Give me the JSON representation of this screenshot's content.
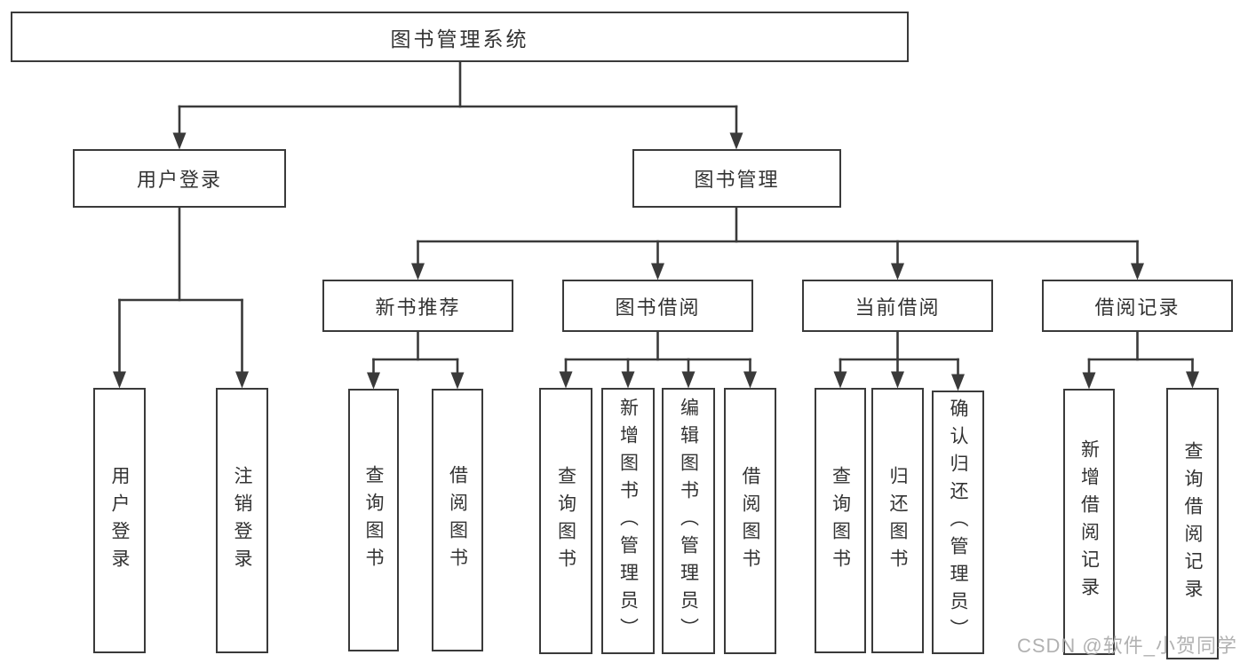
{
  "title": "图书管理系统",
  "colors": {
    "background": "#ffffff",
    "line": "#3a3a3a",
    "box_border": "#3a3a3a",
    "box_fill": "#ffffff",
    "text": "#333333",
    "watermark": "#ababab"
  },
  "watermark": {
    "text": "CSDN @软件_小贺同学"
  },
  "tree": {
    "label": "图书管理系统",
    "children": [
      {
        "label": "用户登录",
        "children": [
          {
            "label": "用户登录"
          },
          {
            "label": "注销登录"
          }
        ]
      },
      {
        "label": "图书管理",
        "children": [
          {
            "label": "新书推荐",
            "children": [
              {
                "label": "查询图书"
              },
              {
                "label": "借阅图书"
              }
            ]
          },
          {
            "label": "图书借阅",
            "children": [
              {
                "label": "查询图书"
              },
              {
                "label": "新增图书（管理员）"
              },
              {
                "label": "编辑图书（管理员）"
              },
              {
                "label": "借阅图书"
              }
            ]
          },
          {
            "label": "当前借阅",
            "children": [
              {
                "label": "查询图书"
              },
              {
                "label": "归还图书"
              },
              {
                "label": "确认归还（管理员）"
              }
            ]
          },
          {
            "label": "借阅记录",
            "children": [
              {
                "label": "新增借阅记录"
              },
              {
                "label": "查询借阅记录"
              }
            ]
          }
        ]
      }
    ]
  }
}
